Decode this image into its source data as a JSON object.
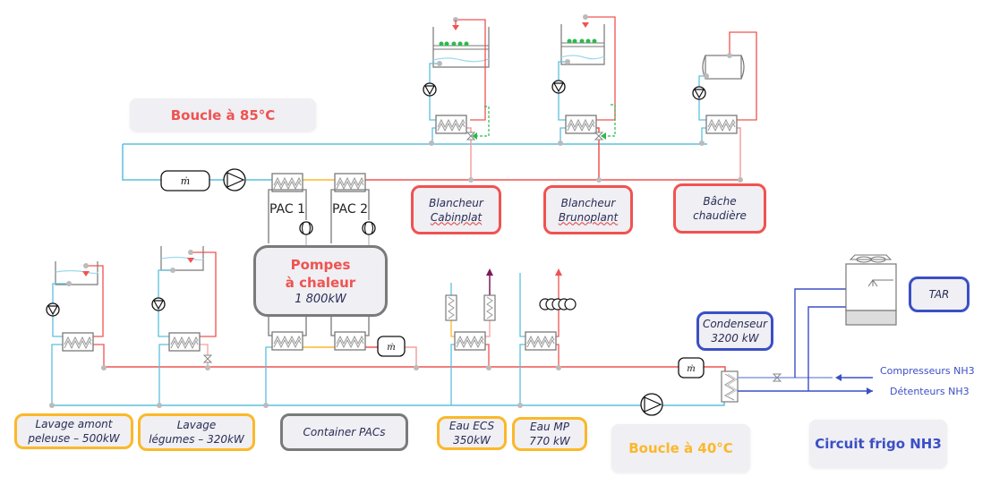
{
  "titles": {
    "loop85": "Boucle à 85°C",
    "loop40": "Boucle à 40°C",
    "nh3": "Circuit frigo NH3"
  },
  "colors": {
    "hot": "#ef5350",
    "cold": "#5bc0de",
    "warm": "#fbb829",
    "nh3": "#3b4fc4",
    "neutral": "#7a7a7a"
  },
  "heat_pumps": {
    "pac1": "PAC 1",
    "pac2": "PAC 2",
    "title_line1": "Pompes",
    "title_line2": "à chaleur",
    "power": "1 800kW"
  },
  "hot_consumers": [
    {
      "line1": "Blancheur",
      "line2": "Cabinplat"
    },
    {
      "line1": "Blancheur",
      "line2": "Brunoplant"
    },
    {
      "line1": "Bâche",
      "line2": "chaudière"
    }
  ],
  "warm_consumers": [
    {
      "line1": "Lavage amont",
      "line2": "peleuse – 500kW"
    },
    {
      "line1": "Lavage",
      "line2": "légumes – 320kW"
    },
    {
      "line1": "Eau ECS",
      "line2": "350kW"
    },
    {
      "line1": "Eau MP",
      "line2": "770 kW"
    }
  ],
  "container": "Container PACs",
  "condenser": {
    "line1": "Condenseur",
    "line2": "3200 kW"
  },
  "tar": "TAR",
  "nh3_lines": {
    "compressors": "Compresseurs NH3",
    "expanders": "Détenteurs NH3"
  },
  "symbols": {
    "flowmeter": "ṁ"
  },
  "icons": [
    "pump-icon",
    "flowmeter-icon",
    "heat-exchanger-icon",
    "tank-icon",
    "valve-icon",
    "cooling-tower-icon",
    "arrow-icon",
    "coil-icon"
  ]
}
